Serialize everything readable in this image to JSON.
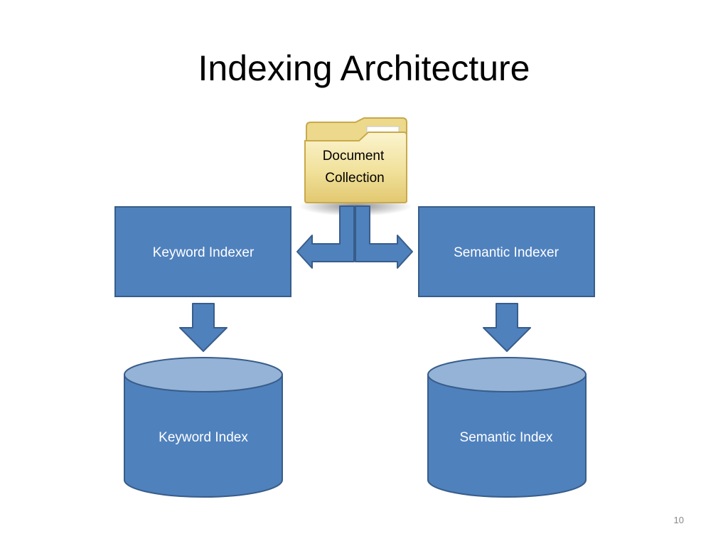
{
  "slide": {
    "title": "Indexing Architecture",
    "number": "10"
  },
  "diagram": {
    "source": {
      "line1": "Document",
      "line2": "Collection"
    },
    "left_indexer": "Keyword Indexer",
    "right_indexer": "Semantic Indexer",
    "left_index": "Keyword Index",
    "right_index": "Semantic Index",
    "colors": {
      "box_fill": "#4f81bd",
      "box_stroke": "#385d8a",
      "db_top": "#95b3d7",
      "folder_fill": "#f3e6a3",
      "folder_stroke": "#c9a94b"
    },
    "icons": {
      "source": "folder-icon",
      "index": "database-cylinder-icon",
      "flow": "arrow-icon"
    }
  }
}
